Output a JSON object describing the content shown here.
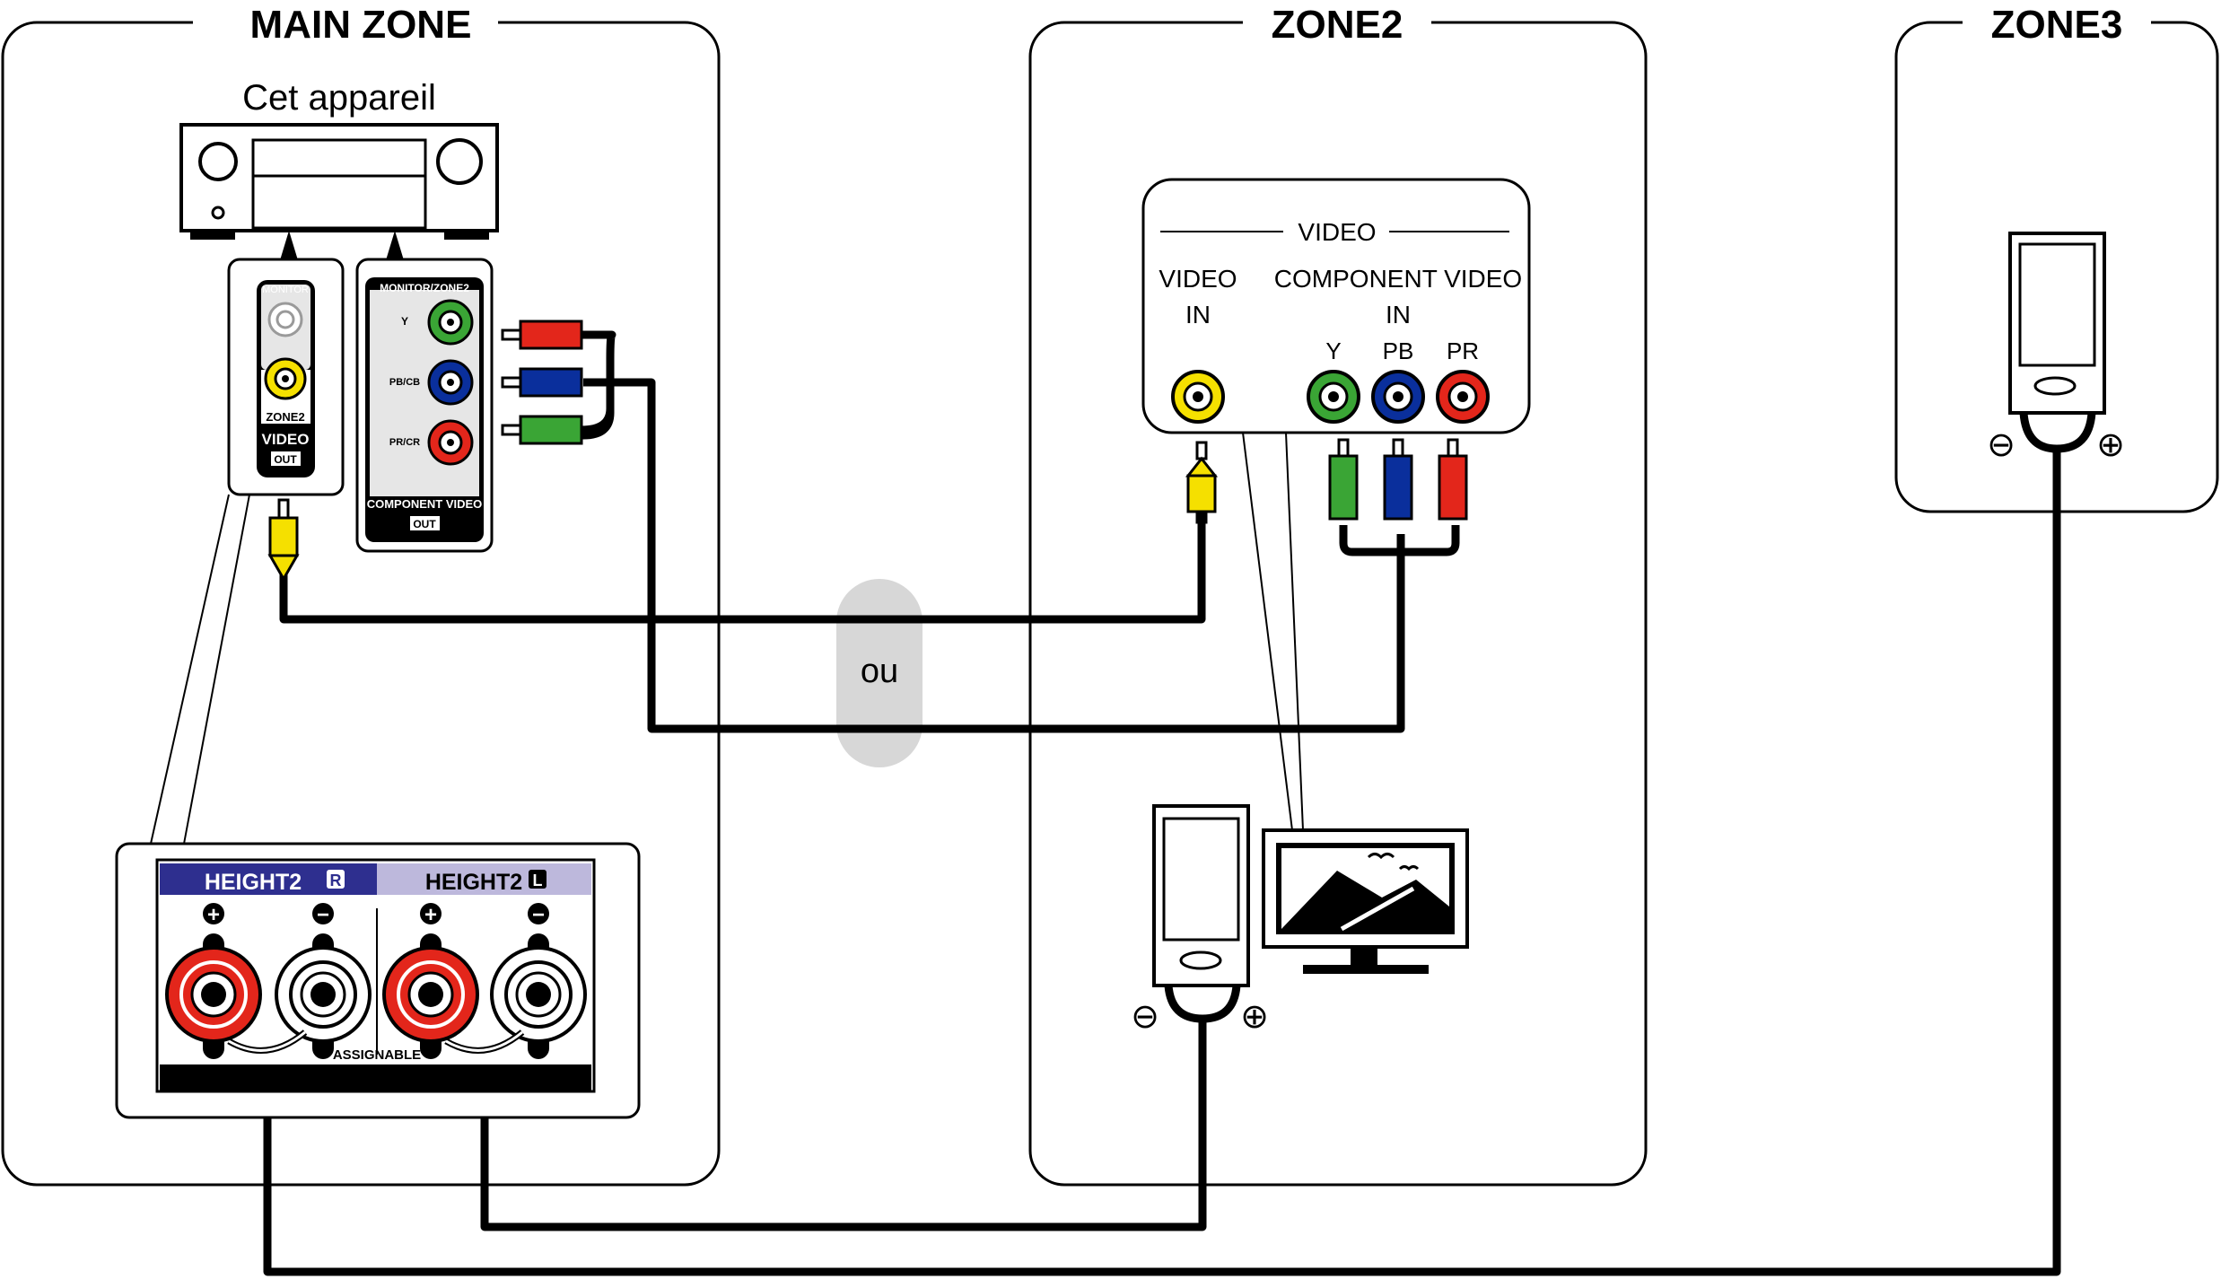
{
  "zones": {
    "main": "MAIN ZONE",
    "zone2": "ZONE2",
    "zone3": "ZONE3"
  },
  "receiver": {
    "label": "Cet appareil"
  },
  "zone2_video_out": {
    "monitor": "MONITOR",
    "zone2": "ZONE2",
    "video": "VIDEO",
    "out": "OUT"
  },
  "component_out": {
    "header": "MONITOR/ZONE2",
    "y": "Y",
    "pb": "PB/CB",
    "pr": "PR/CR",
    "footer": "COMPONENT VIDEO",
    "out": "OUT"
  },
  "tv_panel": {
    "section": "VIDEO",
    "video_in_line1": "VIDEO",
    "video_in_line2": "IN",
    "component_line1": "COMPONENT VIDEO",
    "component_line2": "IN",
    "y": "Y",
    "pb": "PB",
    "pr": "PR"
  },
  "separator": "ou",
  "speaker_terminals": {
    "height2_r": "HEIGHT2",
    "height2_l": "HEIGHT2",
    "r_badge": "R",
    "l_badge": "L",
    "plus": "+",
    "minus": "−",
    "assignable": "ASSIGNABLE"
  },
  "speaker_polarity": {
    "minus": "⊖",
    "plus": "⊕"
  },
  "colors": {
    "video_yellow": "#f5e000",
    "green": "#3aa535",
    "blue": "#0a2f9c",
    "red": "#e3261b",
    "height_r_bar": "#2e2f8f",
    "height_l_bar": "#bdb8dc",
    "separator_gray": "#d7d7d7"
  }
}
